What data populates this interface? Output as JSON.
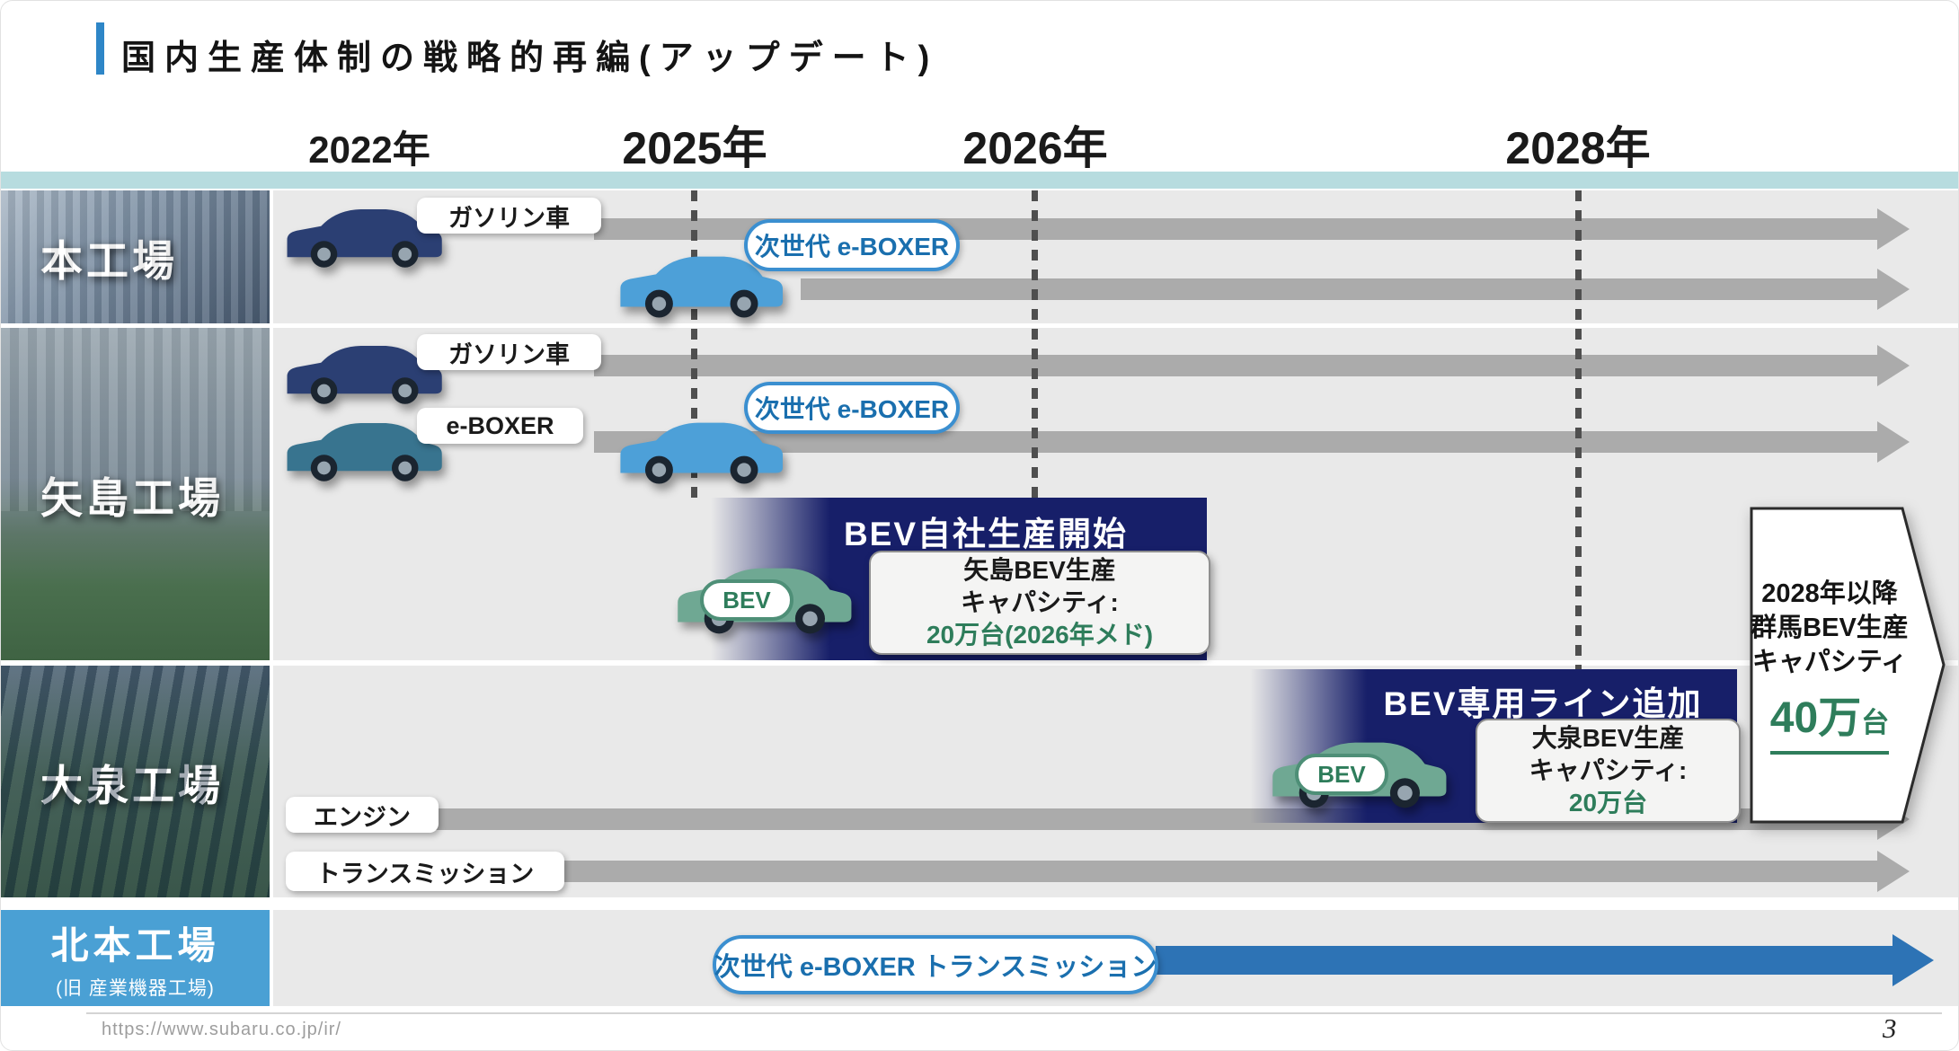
{
  "slide": {
    "title": "国内生産体制の戦略的再編(アップデート)",
    "footer_url": "https://www.subaru.co.jp/ir/",
    "page_number": "3"
  },
  "timeline": {
    "years": {
      "y2022": "2022年",
      "y2025": "2025年",
      "y2026": "2026年",
      "y2028": "2028年"
    }
  },
  "plants": {
    "main": {
      "name": "本工場",
      "gasoline_label": "ガソリン車",
      "next_gen_label": "次世代 e-BOXER"
    },
    "yajima": {
      "name": "矢島工場",
      "gasoline_label": "ガソリン車",
      "eboxer_label": "e-BOXER",
      "next_gen_label": "次世代 e-BOXER",
      "bev_heading": "BEV自社生産開始",
      "bev_badge": "BEV",
      "callout": {
        "line1": "矢島BEV生産",
        "line2": "キャパシティ:",
        "line3": "20万台(2026年メド)"
      }
    },
    "oizumi": {
      "name": "大泉工場",
      "bev_heading": "BEV専用ライン追加",
      "bev_badge": "BEV",
      "callout": {
        "line1": "大泉BEV生産",
        "line2": "キャパシティ:",
        "line3": "20万台"
      },
      "engine_label": "エンジン",
      "transmission_label": "トランスミッション"
    },
    "kitamoto": {
      "name": "北本工場",
      "subname": "(旧 産業機器工場)",
      "pill_label": "次世代 e-BOXER トランスミッション"
    }
  },
  "capacity_banner": {
    "line1": "2028年以降",
    "line2": "群馬BEV生産",
    "line3": "キャパシティ",
    "value": "40万",
    "unit": "台"
  },
  "colors": {
    "accent_blue": "#2e86c7",
    "navy_band": "#171f69",
    "bev_green": "#2e7d5b",
    "kitamoto_blue": "#4aa0d4",
    "timeline_band_teal": "#b7dcdf",
    "gasoline_car_navy": "#2b3f73",
    "eboxer_car_teal": "#38748f",
    "next_gen_car_blue": "#4da0d8",
    "bev_car_green": "#6fa893",
    "arrow_gray": "#ababab",
    "arrow_blue": "#2d73b5"
  }
}
